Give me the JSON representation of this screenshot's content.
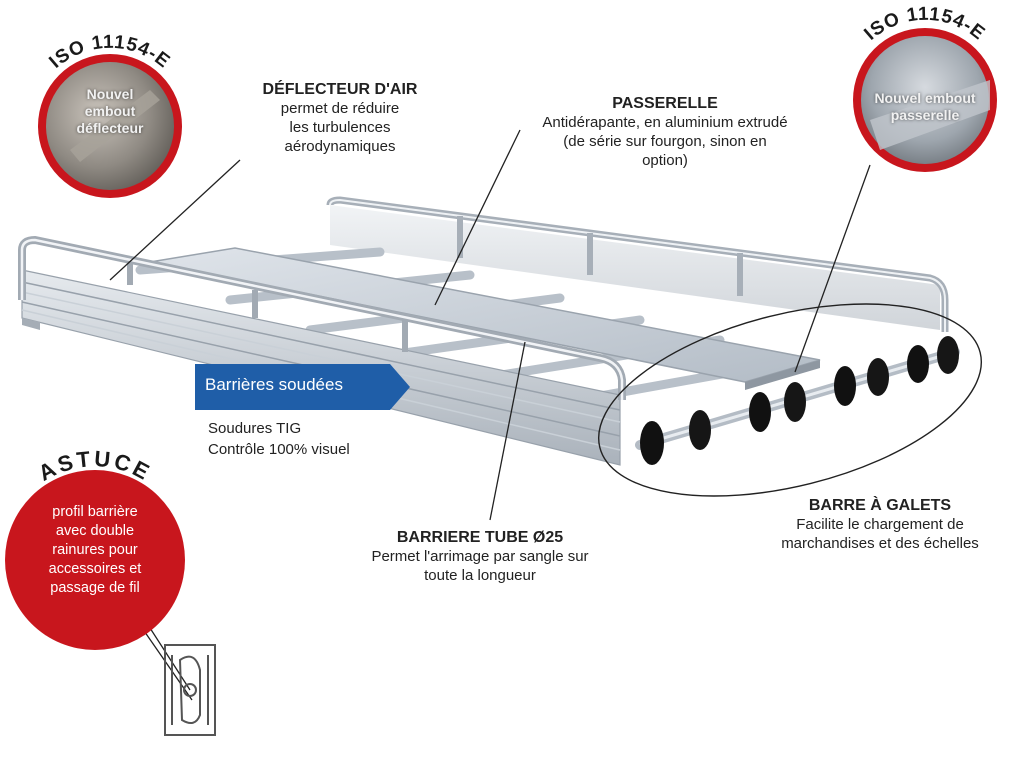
{
  "iso_left": "ISO 11154-E",
  "iso_right": "ISO 11154-E",
  "circle_left_text": "Nouvel embout déflecteur",
  "circle_right_text": "Nouvel embout passerelle",
  "deflecteur": {
    "title": "DÉFLECTEUR D'AIR",
    "lines": [
      "permet de réduire",
      "les turbulences",
      "aérodynamiques"
    ]
  },
  "passerelle": {
    "title": "PASSERELLE",
    "lines": [
      "Antidérapante, en aluminium extrudé",
      "(de série sur fourgon, sinon en",
      "option)"
    ]
  },
  "barrieres_soudees": {
    "banner": "Barrières soudées",
    "lines": [
      "Soudures TIG",
      "Contrôle 100% visuel"
    ]
  },
  "barriere_tube": {
    "title": "BARRIERE TUBE Ø25",
    "lines": [
      "Permet l'arrimage par sangle sur",
      "toute la longueur"
    ]
  },
  "barre_galets": {
    "title": "BARRE À GALETS",
    "lines": [
      "Facilite le chargement de",
      "marchandises et des échelles"
    ]
  },
  "astuce": {
    "title": "ASTUCE",
    "lines": [
      "profil barrière",
      "avec double",
      "rainures pour",
      "accessoires et",
      "passage de fil"
    ]
  },
  "colors": {
    "red": "#c8161d",
    "blue": "#1f5ea8",
    "aluminium": "#c9cfd6"
  }
}
